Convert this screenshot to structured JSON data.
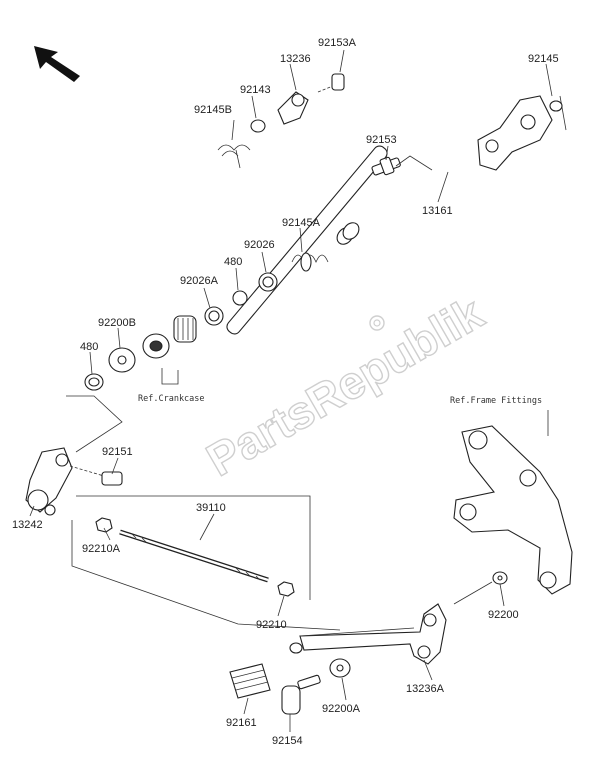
{
  "watermark": "PartsRepublik",
  "labels": {
    "p92153A": "92153A",
    "p13236": "13236",
    "p92143": "92143",
    "p92145B": "92145B",
    "p92145": "92145",
    "p92153": "92153",
    "p13161": "13161",
    "p92145A": "92145A",
    "p92026": "92026",
    "p480a": "480",
    "p92026A": "92026A",
    "p92200B": "92200B",
    "p480b": "480",
    "p92151": "92151",
    "p13242": "13242",
    "p39110": "39110",
    "p92210A": "92210A",
    "p92210": "92210",
    "p92200": "92200",
    "p13236A": "13236A",
    "p92161": "92161",
    "p92200A": "92200A",
    "p92154": "92154"
  },
  "refs": {
    "crankcase": "Ref.Crankcase",
    "frame": "Ref.Frame Fittings"
  },
  "colors": {
    "ink": "#222222",
    "watermark": "#cfcfcf"
  },
  "icons": {
    "direction": "arrow-up-left-icon"
  }
}
